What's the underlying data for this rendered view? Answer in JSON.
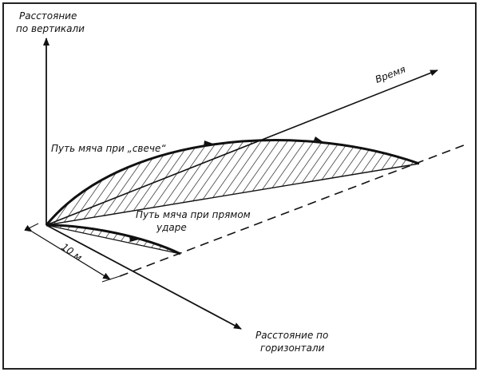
{
  "labels": {
    "vertical_axis": [
      "Расстояние",
      "по вертикали"
    ],
    "horizontal_axis": [
      "Расстояние по",
      "горизонтали"
    ],
    "time_axis": "Время",
    "lob_path": "Путь мяча при „свече“",
    "straight_path": [
      "Путь мяча при прямом",
      "ударе"
    ],
    "distance": "10 м"
  },
  "colors": {
    "ink": "#111111",
    "frame": "#222222",
    "background": "#ffffff"
  }
}
